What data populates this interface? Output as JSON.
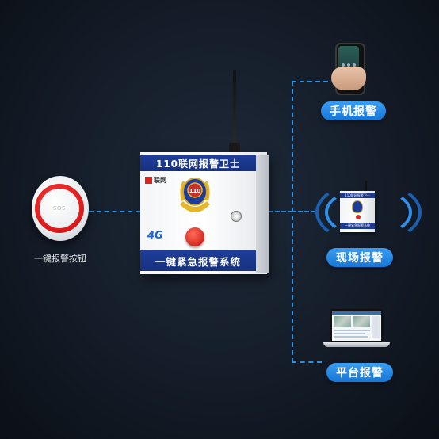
{
  "sos_device": {
    "button_text": "SOS",
    "caption": "一键报警按钮"
  },
  "main_box": {
    "top_title": "110联网报警卫士",
    "brand": "联网",
    "network_badge": "4G",
    "bottom_title": "一键紧急报警系统",
    "emblem_text": "110"
  },
  "outputs": [
    {
      "label": "手机报警",
      "icon": "smartphone-icon"
    },
    {
      "label": "现场报警",
      "icon": "alarm-device-icon"
    },
    {
      "label": "平台报警",
      "icon": "laptop-icon"
    }
  ],
  "mini_device": {
    "top_title": "110联网报警卫士",
    "bottom_title": "一键紧急报警系统"
  },
  "colors": {
    "accent": "#1f7fe0",
    "panel_blue": "#1a3689",
    "alarm_red": "#d81818",
    "background": "#141c28"
  }
}
